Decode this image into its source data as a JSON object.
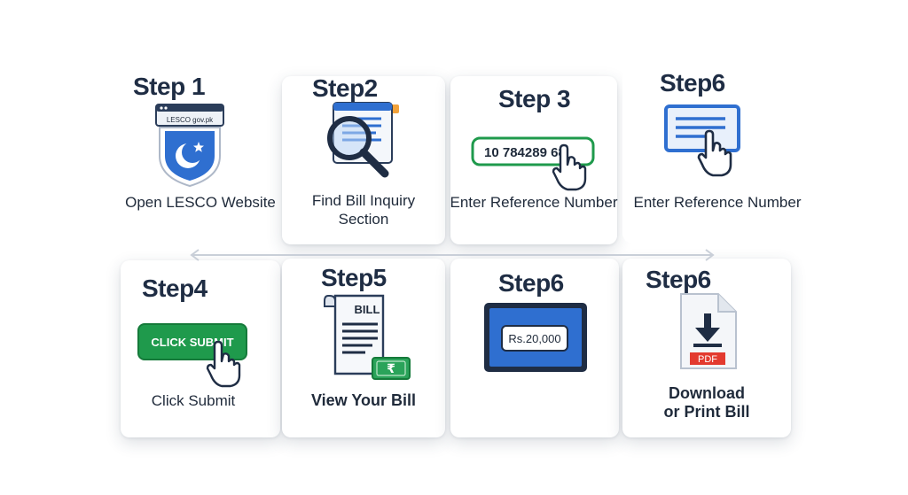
{
  "steps": [
    {
      "title": "Step 1",
      "label_lines": [
        "Open LESCO Website"
      ],
      "site_text": "LESCO gov.pk",
      "icon": "website-shield-icon"
    },
    {
      "title": "Step2",
      "label_lines": [
        "Find Bill Inquiry",
        "Section"
      ],
      "icon": "magnifier-document-icon"
    },
    {
      "title": "Step 3",
      "label_lines": [
        "Enter Reference Number"
      ],
      "reference_value": "10 784289 68",
      "icon": "reference-input-icon"
    },
    {
      "title": "Step6",
      "label_lines": [
        "Enter Reference Number"
      ],
      "icon": "form-pointer-icon"
    },
    {
      "title": "Step4",
      "label_lines": [
        "Click Submit"
      ],
      "button_text": "CLICK SUBMIT",
      "icon": "submit-button-icon"
    },
    {
      "title": "Step5",
      "label_lines": [
        "View Your Bill"
      ],
      "bill_heading": "BILL",
      "currency_symbol": "₹",
      "icon": "bill-document-icon"
    },
    {
      "title": "Step6",
      "label_lines": [],
      "amount_text": "Rs.20,000",
      "icon": "tablet-amount-icon"
    },
    {
      "title": "Step6",
      "label_lines": [
        "Download",
        "or Print Bill"
      ],
      "file_badge": "PDF",
      "icon": "pdf-download-icon"
    }
  ],
  "colors": {
    "green": "#1f9a4c",
    "blue": "#2f6fd0",
    "navy": "#1f2d44",
    "red": "#e33a2f",
    "grey": "#c9cfd8"
  }
}
